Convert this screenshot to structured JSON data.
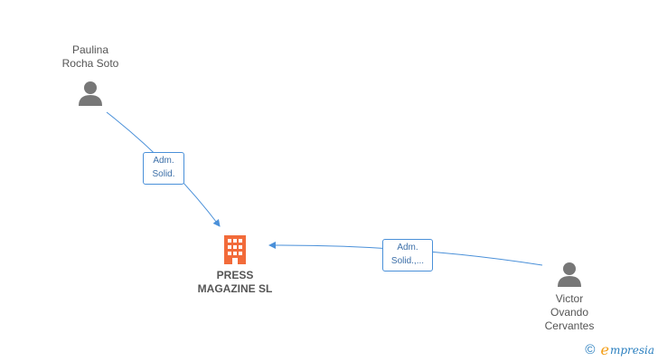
{
  "nodes": {
    "person_1": {
      "name_line1": "Paulina",
      "name_line2": "Rocha Soto"
    },
    "person_2": {
      "name_line1": "Victor",
      "name_line2": "Ovando",
      "name_line3": "Cervantes"
    },
    "company": {
      "name_line1": "PRESS",
      "name_line2": "MAGAZINE SL",
      "icon": "building-icon"
    }
  },
  "edges": [
    {
      "from": "Paulina Rocha Soto",
      "to": "PRESS MAGAZINE SL",
      "role_line1": "Adm.",
      "role_line2": "Solid."
    },
    {
      "from": "Victor Ovando Cervantes",
      "to": "PRESS MAGAZINE SL",
      "role_line1": "Adm.",
      "role_line2": "Solid.,..."
    }
  ],
  "brand": {
    "copyright": "©",
    "initial": "e",
    "rest": "mpresia"
  },
  "colors": {
    "edge": "#4a90d9",
    "company_icon": "#f26b3a",
    "person_icon": "#777777"
  }
}
